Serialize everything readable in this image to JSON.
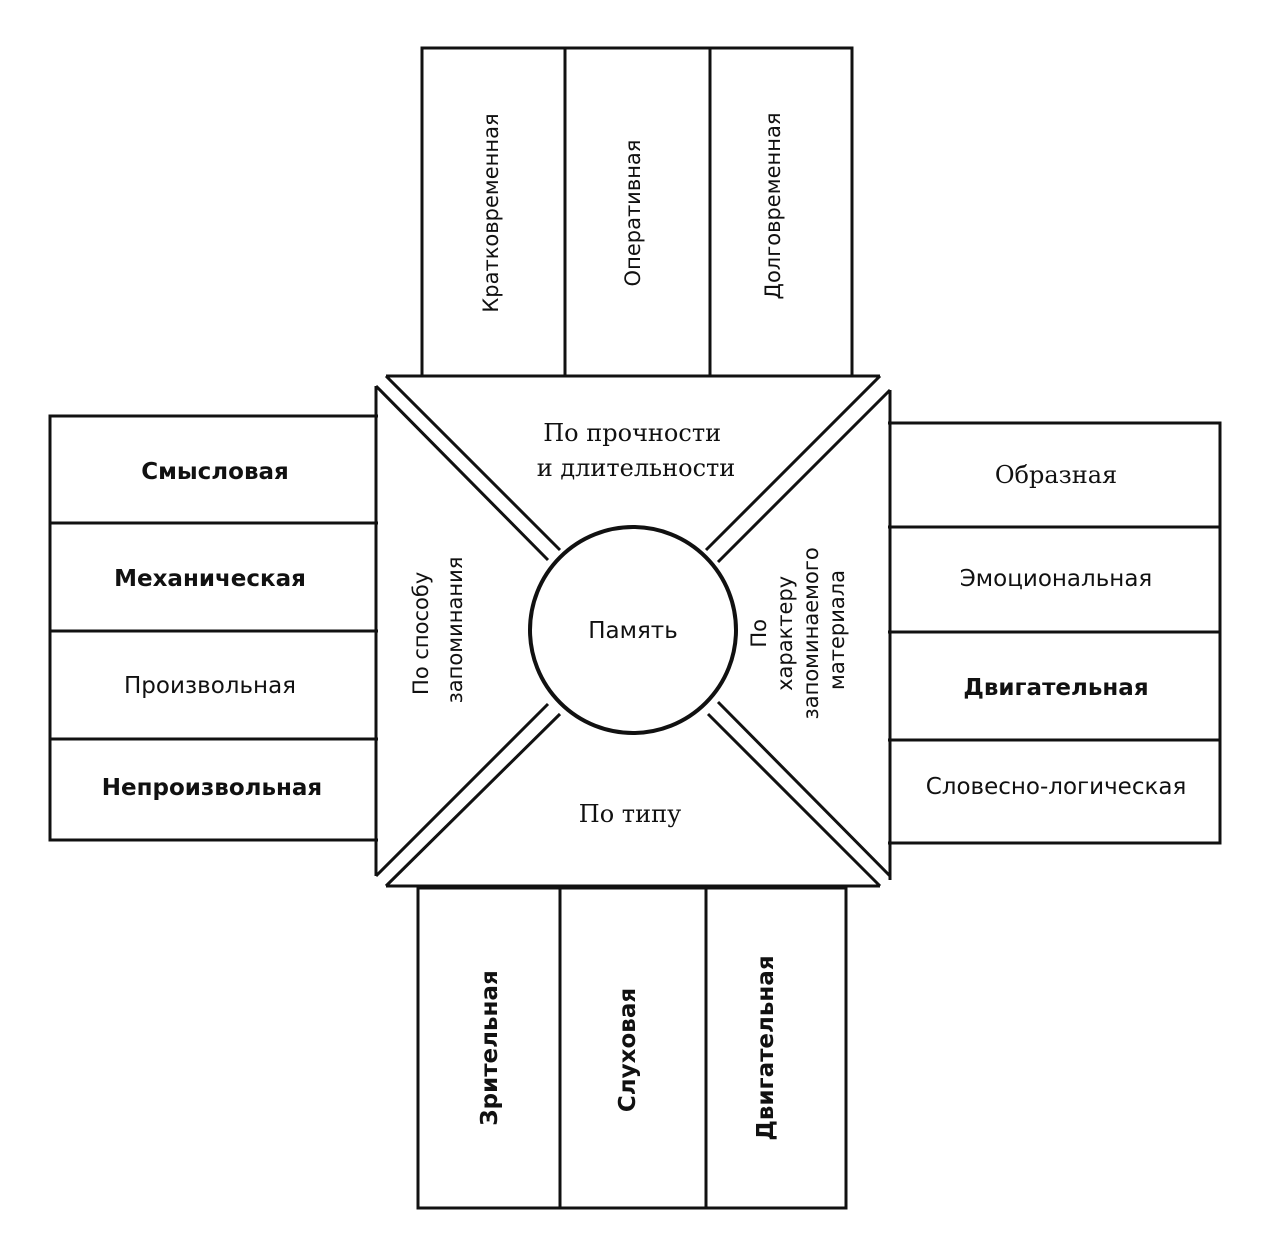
{
  "center": {
    "label": "Память"
  },
  "top": {
    "category": [
      "По прочности",
      "и длительности"
    ],
    "items": [
      "Кратковременная",
      "Оперативная",
      "Долговременная"
    ]
  },
  "left": {
    "category": [
      "По способу",
      "запоминания"
    ],
    "items": [
      "Смысловая",
      "Механическая",
      "Произвольная",
      "Непроизвольная"
    ]
  },
  "right": {
    "category": [
      "По",
      "характеру",
      "запоминаемого",
      "материала"
    ],
    "items": [
      "Образная",
      "Эмоциональная",
      "Двигательная",
      "Словесно-логическая"
    ]
  },
  "bottom": {
    "category": [
      "По типу"
    ],
    "items": [
      "Зрительная",
      "Слуховая",
      "Двигательная"
    ]
  }
}
